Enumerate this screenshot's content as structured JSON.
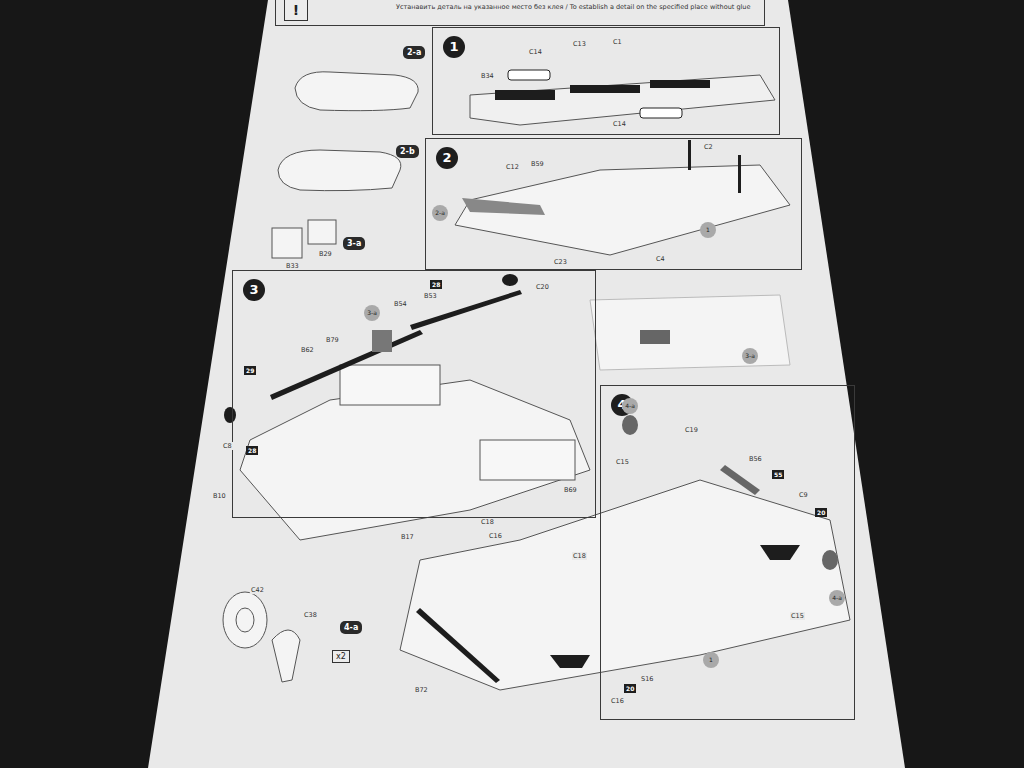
{
  "diagram": {
    "nodes": [
      {
        "text": [
          "!",
          "Устанавить деталь на указанное место без клея / To establish a detail on the specified place without glue"
        ]
      },
      {
        "text": [
          "1"
        ]
      },
      {
        "text": [
          "2"
        ]
      },
      {
        "text": [
          "3"
        ]
      },
      {
        "text": [
          "4"
        ]
      }
    ],
    "labels": [
      "2-a",
      "2-b",
      "3-a",
      "B33",
      "B29",
      "B34",
      "C14",
      "C13",
      "C1",
      "C14",
      "C12",
      "B59",
      "C23",
      "C4",
      "C2",
      "2-a",
      "1",
      "B54",
      "B53",
      "C20",
      "B79",
      "B62",
      "C8",
      "B10",
      "B69",
      "3-a",
      "3-a",
      "28",
      "29",
      "28",
      "C19",
      "C15",
      "B56",
      "C9",
      "C15",
      "B17",
      "C18",
      "C16",
      "C18",
      "S16",
      "C16",
      "B72",
      "4-a",
      "4-a",
      "1",
      "55",
      "20",
      "20",
      "C42",
      "C38",
      "4-a",
      "x2"
    ]
  }
}
